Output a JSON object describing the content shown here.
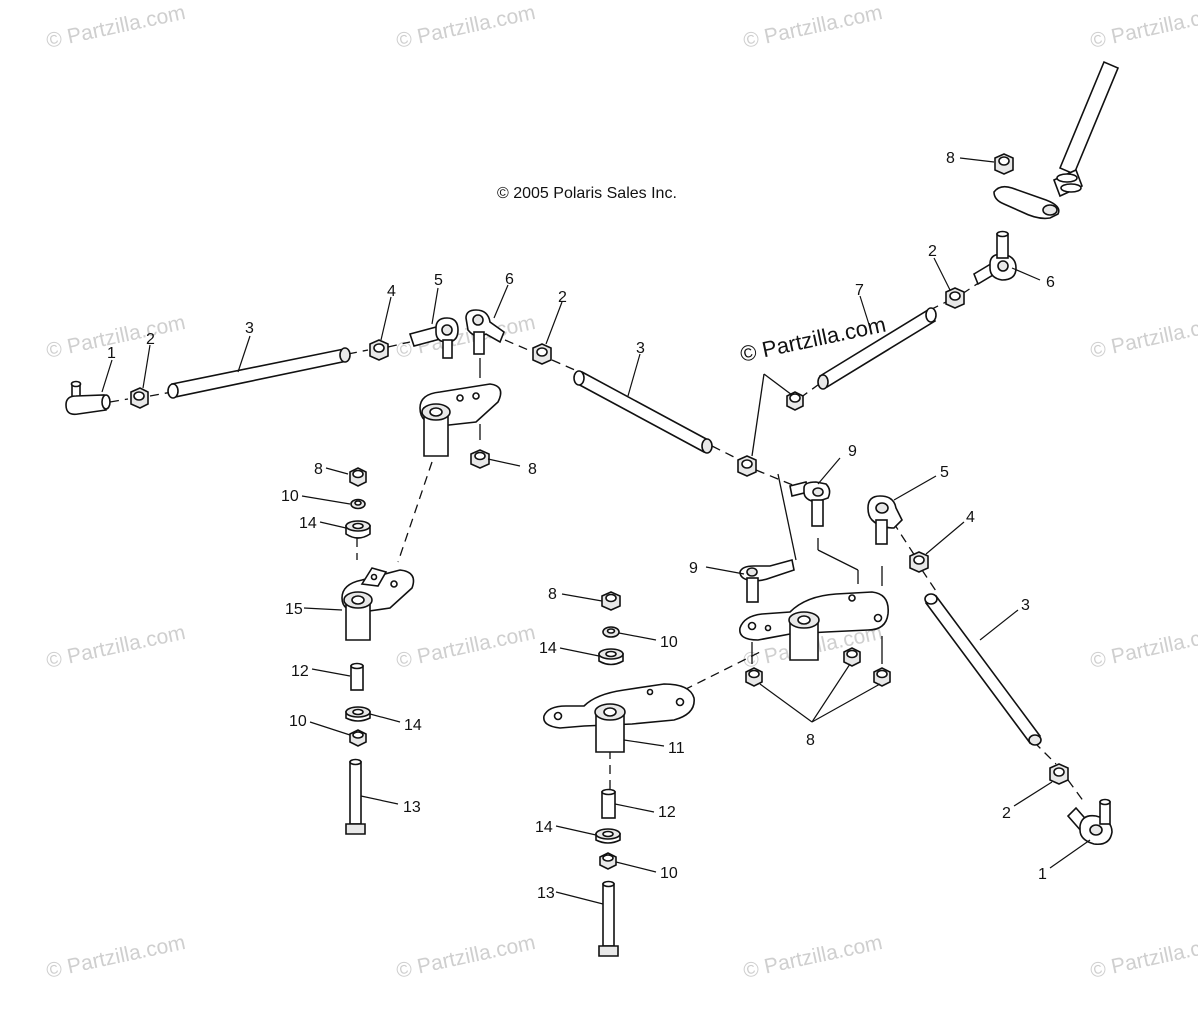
{
  "copyright": "© 2005 Polaris Sales Inc.",
  "brand_mark": "© Partzilla.com",
  "watermark": "© Partzilla.com",
  "callouts": {
    "c1a": "1",
    "c2a": "2",
    "c3a": "3",
    "c4a": "4",
    "c5a": "5",
    "c6a": "6",
    "c2b": "2",
    "c3b": "3",
    "c8a": "8",
    "c8b": "8",
    "c2c": "2",
    "c6b": "6",
    "c7": "7",
    "c9a": "9",
    "c9b": "9",
    "c5b": "5",
    "c4b": "4",
    "c3c": "3",
    "c2d": "2",
    "c1b": "1",
    "c8c": "8",
    "c10a": "10",
    "c14a": "14",
    "c15": "15",
    "c12a": "12",
    "c10b": "10",
    "c14b": "14",
    "c13a": "13",
    "c8d": "8",
    "c10c": "10",
    "c14c": "14",
    "c11": "11",
    "c12b": "12",
    "c14d": "14",
    "c10d": "10",
    "c13b": "13",
    "c8e": "8"
  }
}
